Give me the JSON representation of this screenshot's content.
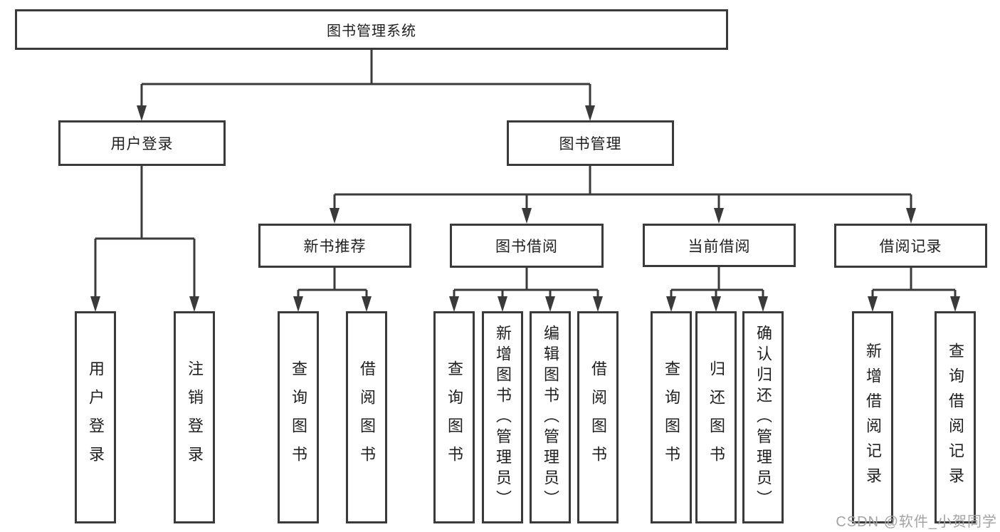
{
  "diagram_title": "图书管理系统",
  "watermark": "CSDN @软件_小贺同学",
  "colors": {
    "line": "#3a3a3a",
    "text": "#1f1f1f",
    "watermark": "#a3a3a3",
    "background": "#ffffff"
  },
  "nodes": {
    "root": "图书管理系统",
    "user_login": "用户登录",
    "book_management": "图书管理",
    "new_book_recommend": "新书推荐",
    "book_borrow": "图书借阅",
    "current_borrow": "当前借阅",
    "borrow_record": "借阅记录",
    "leaves": {
      "user_login_leaf": "用户登录",
      "logout_leaf": "注销登录",
      "recommend_query_book": "查询图书",
      "recommend_borrow_book": "借阅图书",
      "borrow_query_book": "查询图书",
      "borrow_add_book": "新增图书（管理员）",
      "borrow_edit_book": "编辑图书（管理员）",
      "borrow_borrow_book": "借阅图书",
      "current_query_book": "查询图书",
      "current_return_book": "归还图书",
      "current_confirm_return": "确认归还（管理员）",
      "record_add_record": "新增借阅记录",
      "record_query_record": "查询借阅记录"
    }
  }
}
